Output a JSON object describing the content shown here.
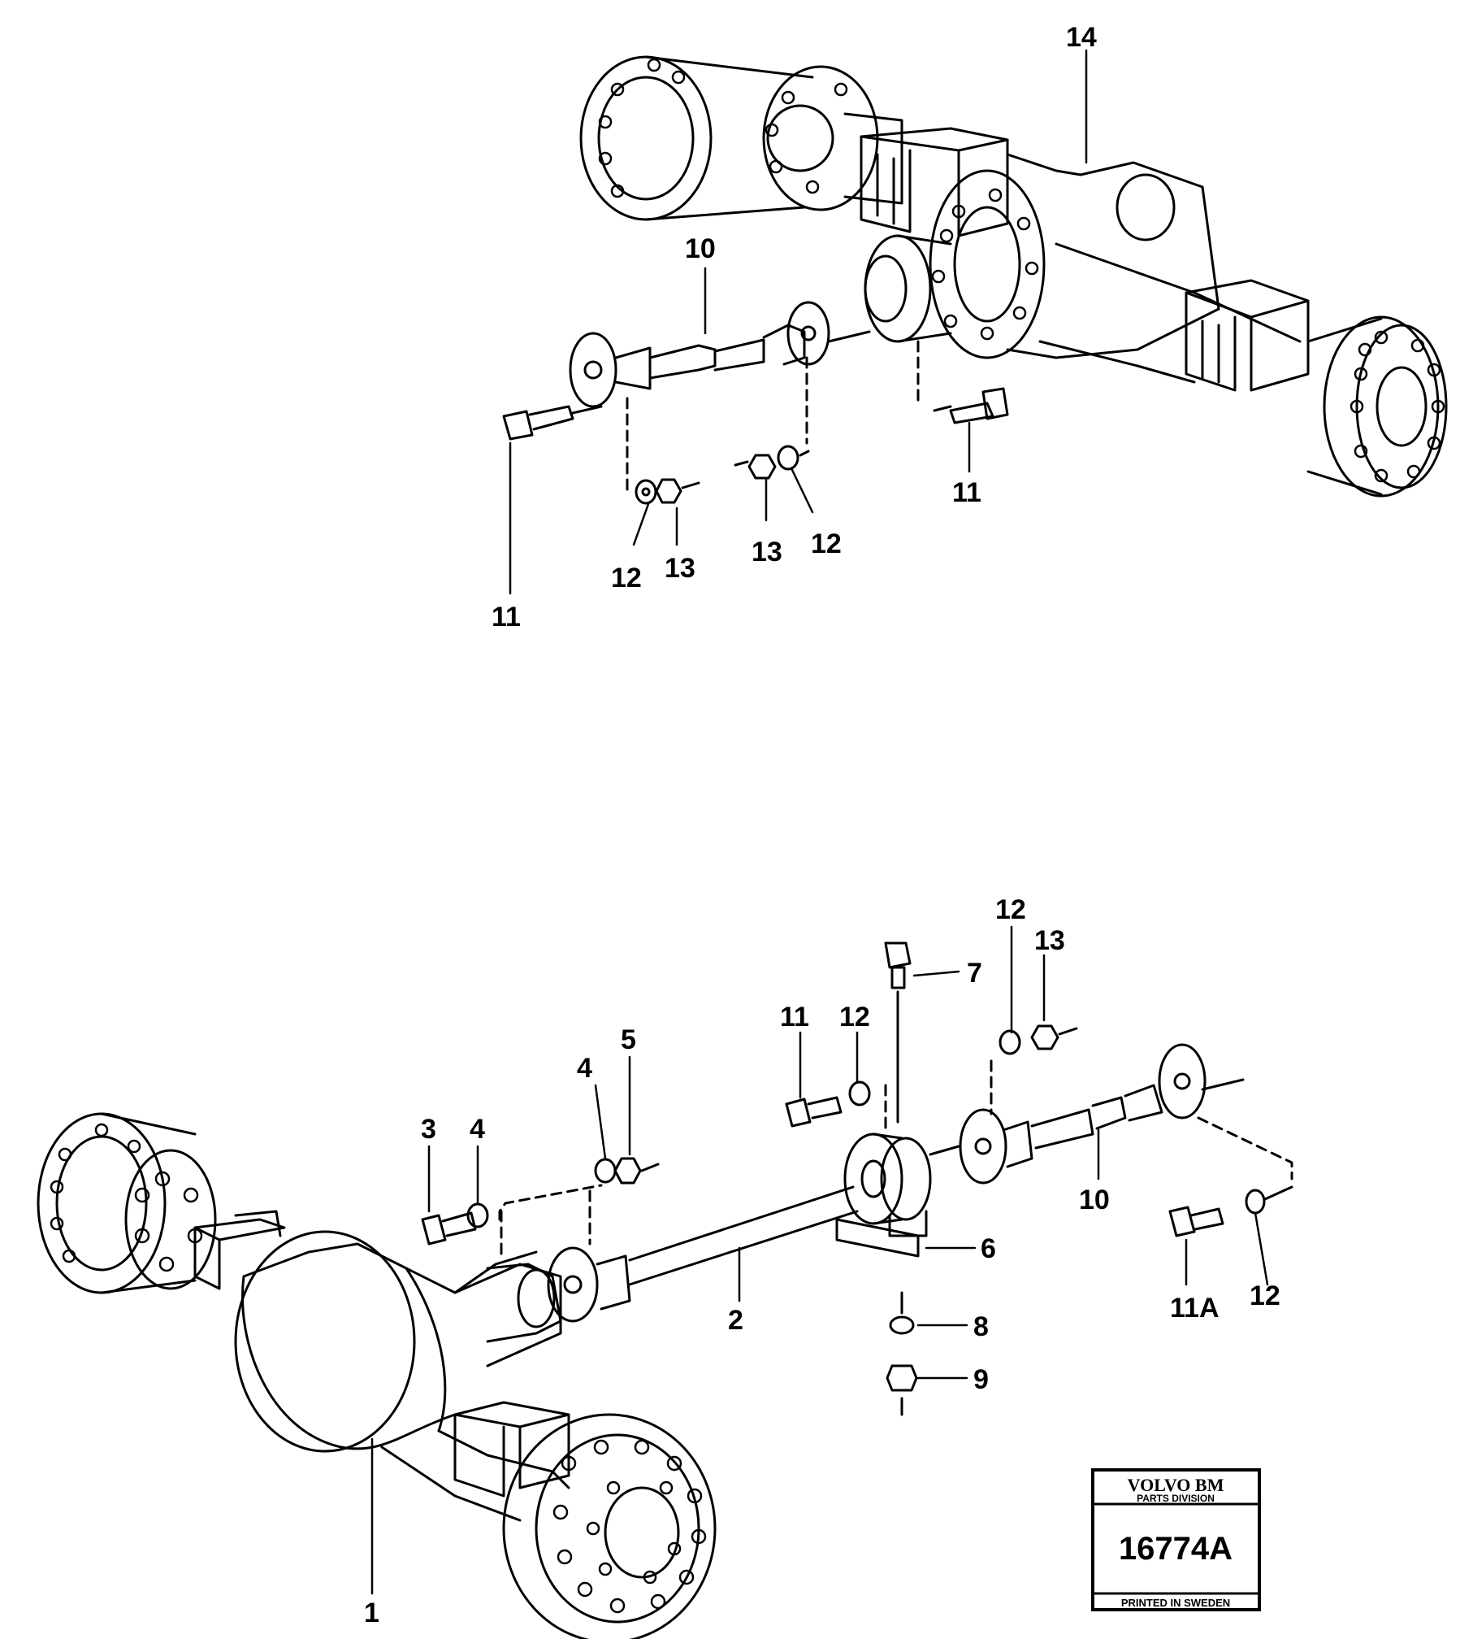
{
  "diagram": {
    "upper_assembly": {
      "callouts": {
        "c14": "14",
        "c10": "10",
        "c11_left": "11",
        "c12_left": "12",
        "c13_left": "13",
        "c13_mid": "13",
        "c12_mid": "12",
        "c11_right": "11"
      }
    },
    "lower_assembly": {
      "callouts": {
        "c1": "1",
        "c2": "2",
        "c3": "3",
        "c4_a": "4",
        "c4_b": "4",
        "c5": "5",
        "c6": "6",
        "c7": "7",
        "c8": "8",
        "c9": "9",
        "c10": "10",
        "c11": "11",
        "c12_a": "12",
        "c12_b": "12",
        "c13": "13",
        "c11a": "11A",
        "c12_c": "12"
      }
    }
  },
  "stamp": {
    "brand": "VOLVO BM",
    "division": "PARTS DIVISION",
    "number": "16774A",
    "printed": "PRINTED IN SWEDEN"
  }
}
